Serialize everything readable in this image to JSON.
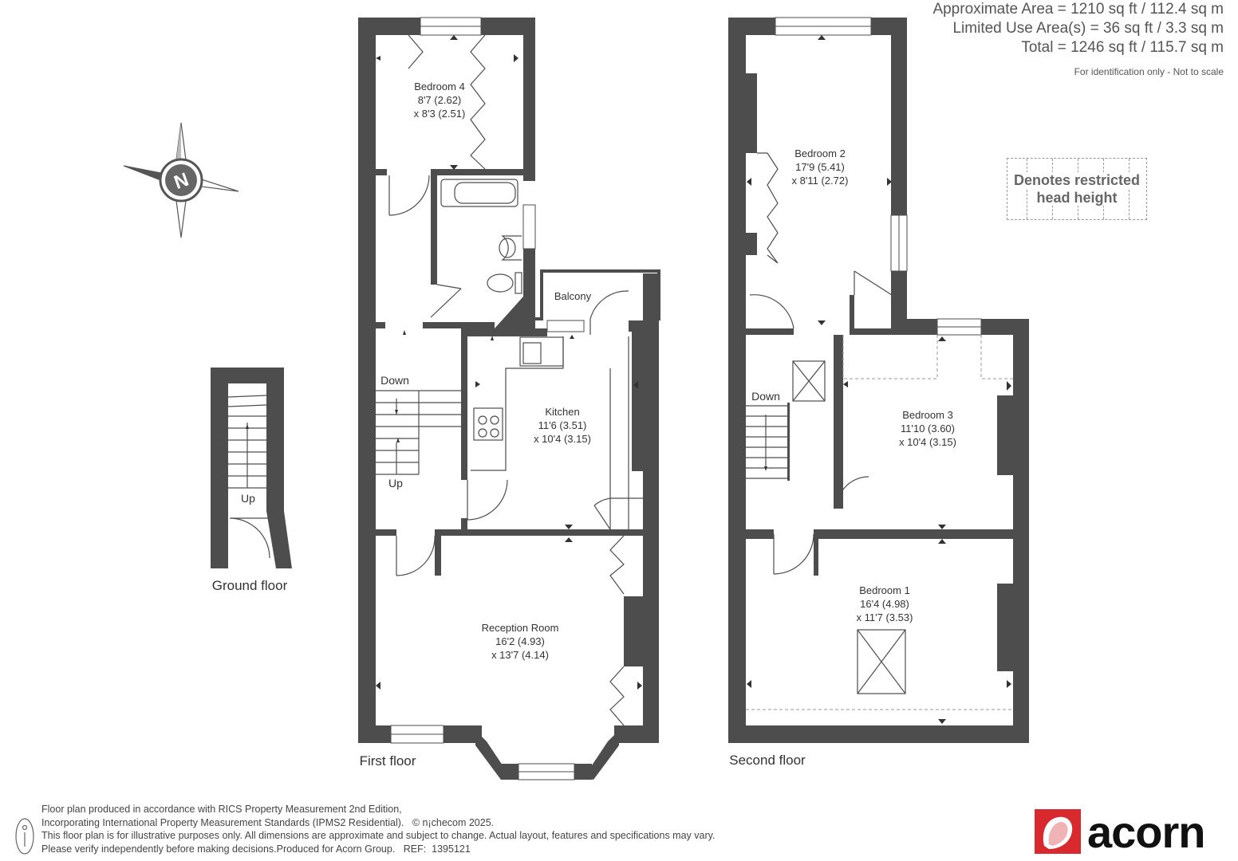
{
  "areas": {
    "approximate": "Approximate Area = 1210 sq ft / 112.4 sq m",
    "limited": "Limited Use Area(s) = 36 sq ft / 3.3 sq m",
    "total": "Total = 1246 sq ft / 115.7 sq m",
    "note": "For identification only - Not to scale"
  },
  "legend": {
    "line1": "Denotes restricted",
    "line2": "head height"
  },
  "compass": {
    "letter": "N"
  },
  "floors": {
    "ground": "Ground floor",
    "first": "First floor",
    "second": "Second floor"
  },
  "rooms": {
    "bedroom4": {
      "name": "Bedroom 4",
      "dim1": "8'7 (2.62)",
      "dim2": "x 8'3 (2.51)"
    },
    "kitchen": {
      "name": "Kitchen",
      "dim1": "11'6 (3.51)",
      "dim2": "x 10'4 (3.15)"
    },
    "balcony": {
      "name": "Balcony"
    },
    "reception": {
      "name": "Reception Room",
      "dim1": "16'2 (4.93)",
      "dim2": "x 13'7 (4.14)"
    },
    "bedroom2": {
      "name": "Bedroom 2",
      "dim1": "17'9 (5.41)",
      "dim2": "x 8'11 (2.72)"
    },
    "bedroom3": {
      "name": "Bedroom 3",
      "dim1": "11'10 (3.60)",
      "dim2": "x 10'4 (3.15)"
    },
    "bedroom1": {
      "name": "Bedroom 1",
      "dim1": "16'4 (4.98)",
      "dim2": "x 11'7 (3.53)"
    }
  },
  "stairs": {
    "down_first": "Down",
    "up_first": "Up",
    "up_ground": "Up",
    "down_second": "Down"
  },
  "footer": {
    "line1": "Floor plan produced in accordance with RICS Property Measurement 2nd Edition,",
    "line2": "Incorporating International Property Measurement Standards (IPMS2 Residential).   © n¡checom 2025.",
    "line3": "This floor plan is for illustrative purposes only. All dimensions are approximate and subject to change. Actual layout, features and specifications may vary.",
    "line4": "Please verify independently before making decisions.Produced for Acorn Group.   REF:  1395121"
  },
  "logo": {
    "text": "acorn"
  },
  "colors": {
    "wall": "#4d4d4d",
    "brand_red": "#d8292f",
    "text": "#333333"
  }
}
